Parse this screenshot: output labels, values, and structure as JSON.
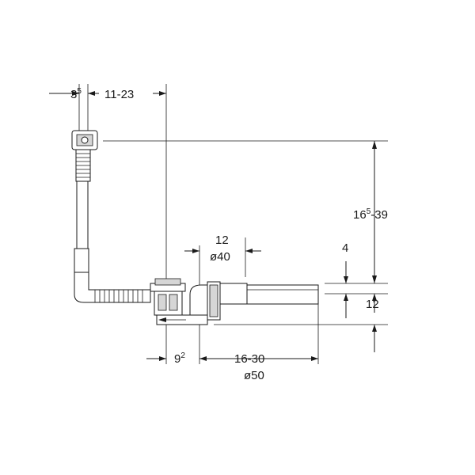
{
  "dimensions": {
    "top_left": {
      "main": "3",
      "sup": "5"
    },
    "top_span": "11-23",
    "right_height": {
      "main": "16",
      "sup": "5",
      "tail": "-39"
    },
    "mid_upper": "12",
    "mid_lower": "ø40",
    "right_small": "4",
    "right_lower": "12",
    "bottom_left": {
      "main": "9",
      "sup": "2"
    },
    "bottom_upper": "16-30",
    "bottom_lower": "ø50"
  }
}
